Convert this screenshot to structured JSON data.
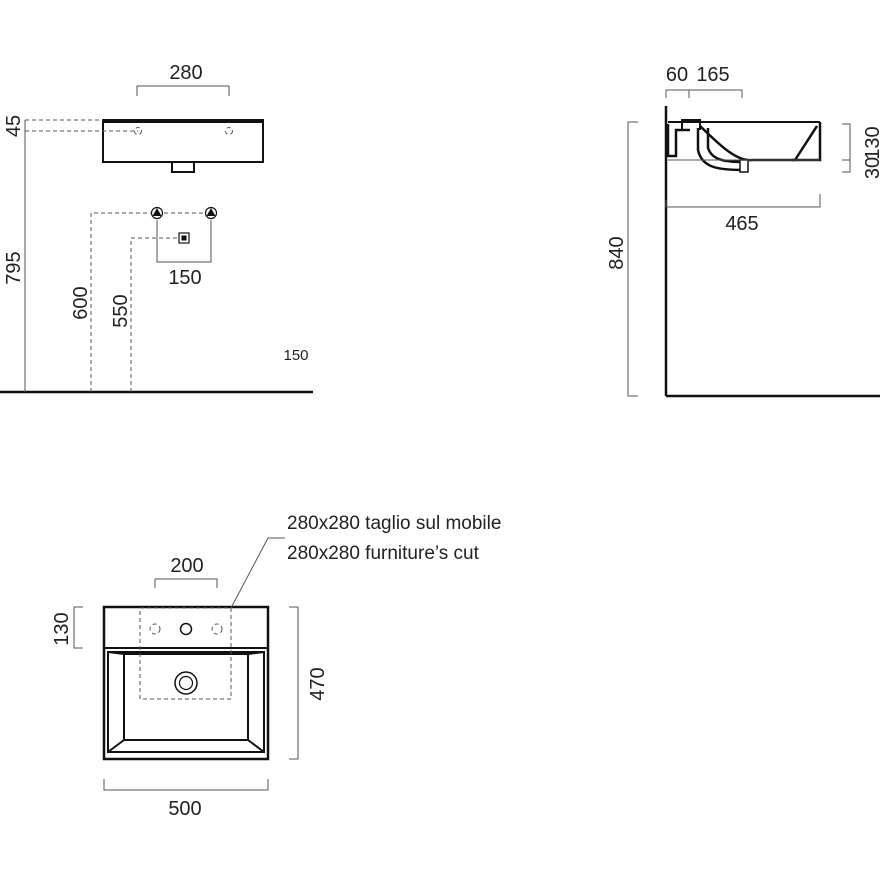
{
  "front_view": {
    "dim_width": "280",
    "dim_top": "45",
    "dim_height": "795",
    "dim_supply_height": "600",
    "dim_drain_height": "550",
    "dim_supply_spacing": "150",
    "dim_floor_label": "150"
  },
  "side_view": {
    "dim_wall_offset": "60",
    "dim_outlet_offset": "165",
    "dim_depth": "465",
    "dim_total_height": "840",
    "dim_thickness": "30",
    "dim_bowl_height": "130"
  },
  "top_view": {
    "dim_tap_spacing": "200",
    "dim_deck_depth": "130",
    "dim_depth": "470",
    "dim_width": "500",
    "note_line_1": "280x280 taglio sul mobile",
    "note_line_2": "280x280 furniture’s cut"
  }
}
